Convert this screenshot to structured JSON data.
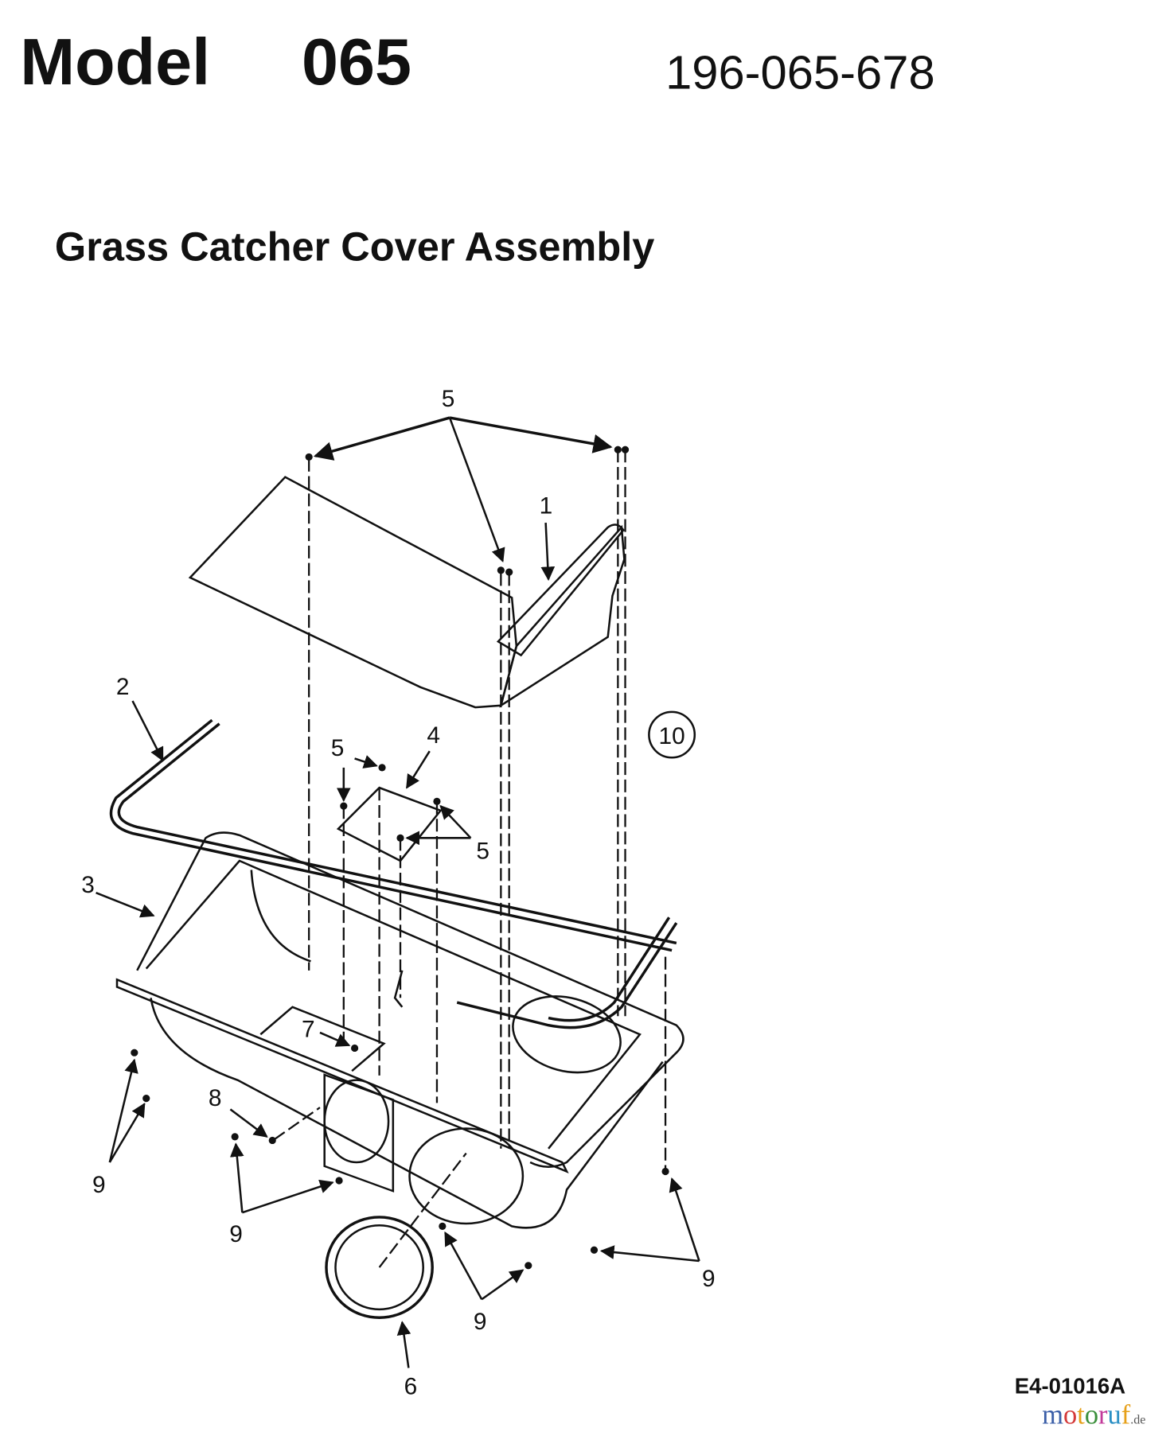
{
  "header": {
    "model_label": "Model",
    "model_number": "065",
    "part_number": "196-065-678"
  },
  "title": "Grass Catcher Cover Assembly",
  "callouts": {
    "c5_top": "5",
    "c1": "1",
    "c2": "2",
    "c10": "10",
    "c5_mid": "5",
    "c4": "4",
    "c5_right": "5",
    "c3": "3",
    "c7": "7",
    "c8": "8",
    "c9_left": "9",
    "c9_center": "9",
    "c9_bottom": "9",
    "c9_right": "9",
    "c6": "6"
  },
  "diagram_code": "E4-01016A",
  "watermark": {
    "text": "motoruf",
    "suffix": ".de",
    "colors": [
      "#3b5fa8",
      "#d43a3a",
      "#e6a019",
      "#3b8f3b",
      "#c2399a",
      "#2a8fc4",
      "#e6a019"
    ]
  }
}
